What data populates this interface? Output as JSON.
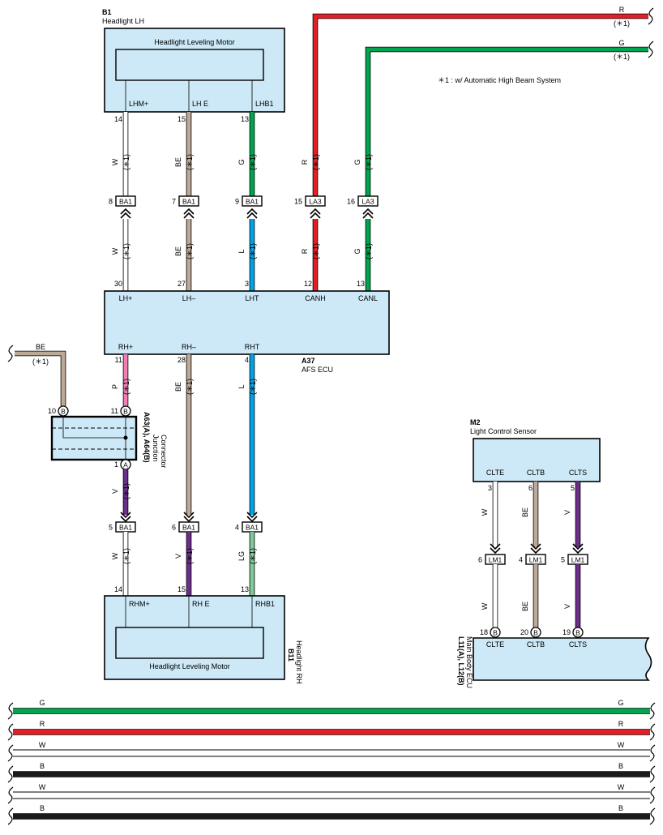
{
  "colors": {
    "W": "#ffffff",
    "BE": "#bca996",
    "G": "#00a54f",
    "R": "#e31e25",
    "L": "#00a3e8",
    "P": "#f27fb3",
    "V": "#6c2e8d",
    "LG": "#7fcc9a",
    "B": "#1a1a1a",
    "ecu_fill": "#cde9f7"
  },
  "note": "＊1 : w/ Automatic High Beam System",
  "components": {
    "b1": {
      "code": "B1",
      "name": "Headlight LH",
      "motor": "Headlight Leveling Motor",
      "pins": [
        "LHM+",
        "LH E",
        "LHB1"
      ]
    },
    "b11": {
      "code": "B11",
      "name": "Headlight RH",
      "motor": "Headlight Leveling Motor",
      "pins": [
        "RHM+",
        "RH E",
        "RHB1"
      ]
    },
    "a37": {
      "code": "A37",
      "name": "AFS ECU",
      "top_pins": [
        "LH+",
        "LH–",
        "LHT",
        "CANH",
        "CANL"
      ],
      "bottom_pins": [
        "RH+",
        "RH–",
        "RHT"
      ]
    },
    "junction": {
      "code": "A63(A), A64(B)",
      "name": "Junction Connector"
    },
    "m2": {
      "code": "M2",
      "name": "Light Control Sensor",
      "pins": [
        "CLTE",
        "CLTB",
        "CLTS"
      ]
    },
    "l11": {
      "code": "L11(A), L12(B)",
      "name": "Main Body ECU",
      "pins": [
        "CLTE",
        "CLTB",
        "CLTS"
      ]
    }
  },
  "connectors": {
    "ba1_top": [
      {
        "pin": "8",
        "id": "BA1"
      },
      {
        "pin": "7",
        "id": "BA1"
      },
      {
        "pin": "9",
        "id": "BA1"
      }
    ],
    "la3": [
      {
        "pin": "15",
        "id": "LA3"
      },
      {
        "pin": "16",
        "id": "LA3"
      }
    ],
    "ba1_bottom": [
      {
        "pin": "5",
        "id": "BA1"
      },
      {
        "pin": "6",
        "id": "BA1"
      },
      {
        "pin": "4",
        "id": "BA1"
      }
    ],
    "lm1": [
      {
        "pin": "6",
        "id": "LM1"
      },
      {
        "pin": "4",
        "id": "LM1"
      },
      {
        "pin": "5",
        "id": "LM1"
      }
    ]
  },
  "wires": {
    "lh_top": [
      {
        "color": "W",
        "mark": "(＊1)",
        "pin_from": "14"
      },
      {
        "color": "BE",
        "mark": "(＊1)",
        "pin_from": "15"
      },
      {
        "color": "G",
        "mark": "(＊1)",
        "pin_from": "13"
      }
    ],
    "lh_mid": [
      {
        "color": "W",
        "mark": "(＊1)",
        "pin_to": "30"
      },
      {
        "color": "BE",
        "mark": "(＊1)",
        "pin_to": "27"
      },
      {
        "color": "L",
        "mark": "(＊1)",
        "pin_to": "3"
      }
    ],
    "can_top": [
      {
        "color": "R",
        "mark": "(＊1)"
      },
      {
        "color": "G",
        "mark": "(＊1)"
      }
    ],
    "can_mid": [
      {
        "color": "R",
        "mark": "(＊1)",
        "pin_to": "12"
      },
      {
        "color": "G",
        "mark": "(＊1)",
        "pin_to": "13"
      }
    ],
    "can_right": [
      {
        "color": "R",
        "mark": "(＊1)"
      },
      {
        "color": "G",
        "mark": "(＊1)"
      }
    ],
    "rh_ecu": [
      {
        "color": "P",
        "mark": "(＊1)",
        "pin_from": "11"
      },
      {
        "color": "BE",
        "mark": "(＊1)",
        "pin_from": "28"
      },
      {
        "color": "L",
        "mark": "(＊1)",
        "pin_from": "4"
      }
    ],
    "be_left": {
      "color": "BE",
      "mark": "(＊1)"
    },
    "junction_out": {
      "color": "V",
      "mark": "(＊1)",
      "pin": "1",
      "letter": "A"
    },
    "junction_in": [
      {
        "pin": "10",
        "letter": "B"
      },
      {
        "pin": "11",
        "letter": "B"
      }
    ],
    "rh_bot": [
      {
        "color": "W",
        "mark": "(＊1)",
        "pin_to": "14"
      },
      {
        "color": "V",
        "mark": "(＊1)",
        "pin_to": "15"
      },
      {
        "color": "LG",
        "mark": "(＊1)",
        "pin_to": "13"
      }
    ],
    "m2_top": [
      {
        "color": "W",
        "pin_from": "3"
      },
      {
        "color": "BE",
        "pin_from": "6"
      },
      {
        "color": "V",
        "pin_from": "5"
      }
    ],
    "m2_bot": [
      {
        "color": "W",
        "pin_to": "18",
        "letter": "B"
      },
      {
        "color": "BE",
        "pin_to": "20",
        "letter": "B"
      },
      {
        "color": "V",
        "pin_to": "19",
        "letter": "B"
      }
    ]
  },
  "bus": [
    {
      "color": "G",
      "left": "G",
      "right": "G"
    },
    {
      "color": "R",
      "left": "R",
      "right": "R"
    },
    {
      "color": "W",
      "left": "W",
      "right": "W"
    },
    {
      "color": "B",
      "left": "B",
      "right": "B"
    },
    {
      "color": "W",
      "left": "W",
      "right": "W"
    },
    {
      "color": "B",
      "left": "B",
      "right": "B"
    }
  ]
}
